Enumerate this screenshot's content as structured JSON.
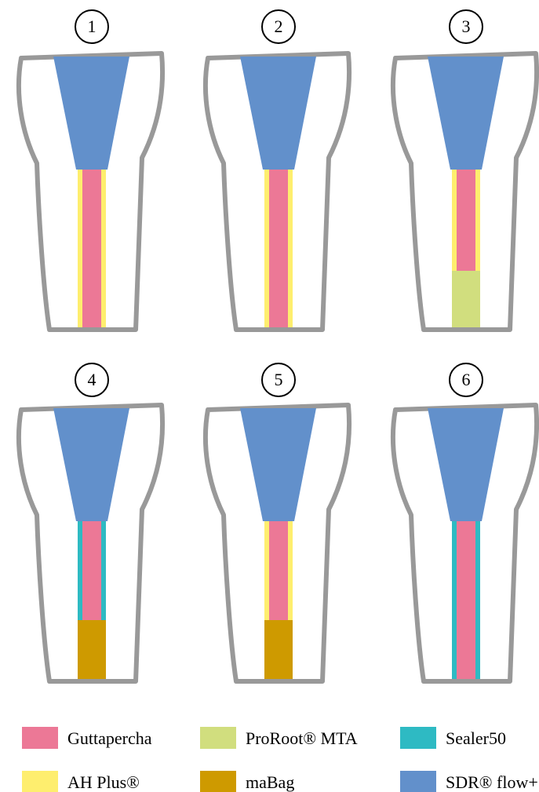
{
  "materials": {
    "guttapercha": {
      "label": "Guttapercha",
      "color": "#EC7896"
    },
    "proroot": {
      "label": "ProRoot® MTA",
      "color": "#D1DE7E"
    },
    "sealer50": {
      "label": "Sealer50",
      "color": "#2EBAC3"
    },
    "ahplus": {
      "label": "AH Plus®",
      "color": "#FEEE6E"
    },
    "mabag": {
      "label": "maBag",
      "color": "#CE9A00"
    },
    "sdr": {
      "label": "SDR® flow+",
      "color": "#6290CB"
    }
  },
  "outline_color": "#999999",
  "teeth": [
    {
      "number": "1",
      "sealer": "ahplus",
      "plug": null
    },
    {
      "number": "2",
      "sealer": "ahplus",
      "plug": null
    },
    {
      "number": "3",
      "sealer": "ahplus",
      "plug": "proroot"
    },
    {
      "number": "4",
      "sealer": "sealer50",
      "plug": "mabag"
    },
    {
      "number": "5",
      "sealer": "ahplus",
      "plug": "mabag"
    },
    {
      "number": "6",
      "sealer": "sealer50",
      "plug": null
    }
  ],
  "legend": [
    [
      "guttapercha",
      "proroot",
      "sealer50"
    ],
    [
      "ahplus",
      "mabag",
      "sdr"
    ]
  ]
}
